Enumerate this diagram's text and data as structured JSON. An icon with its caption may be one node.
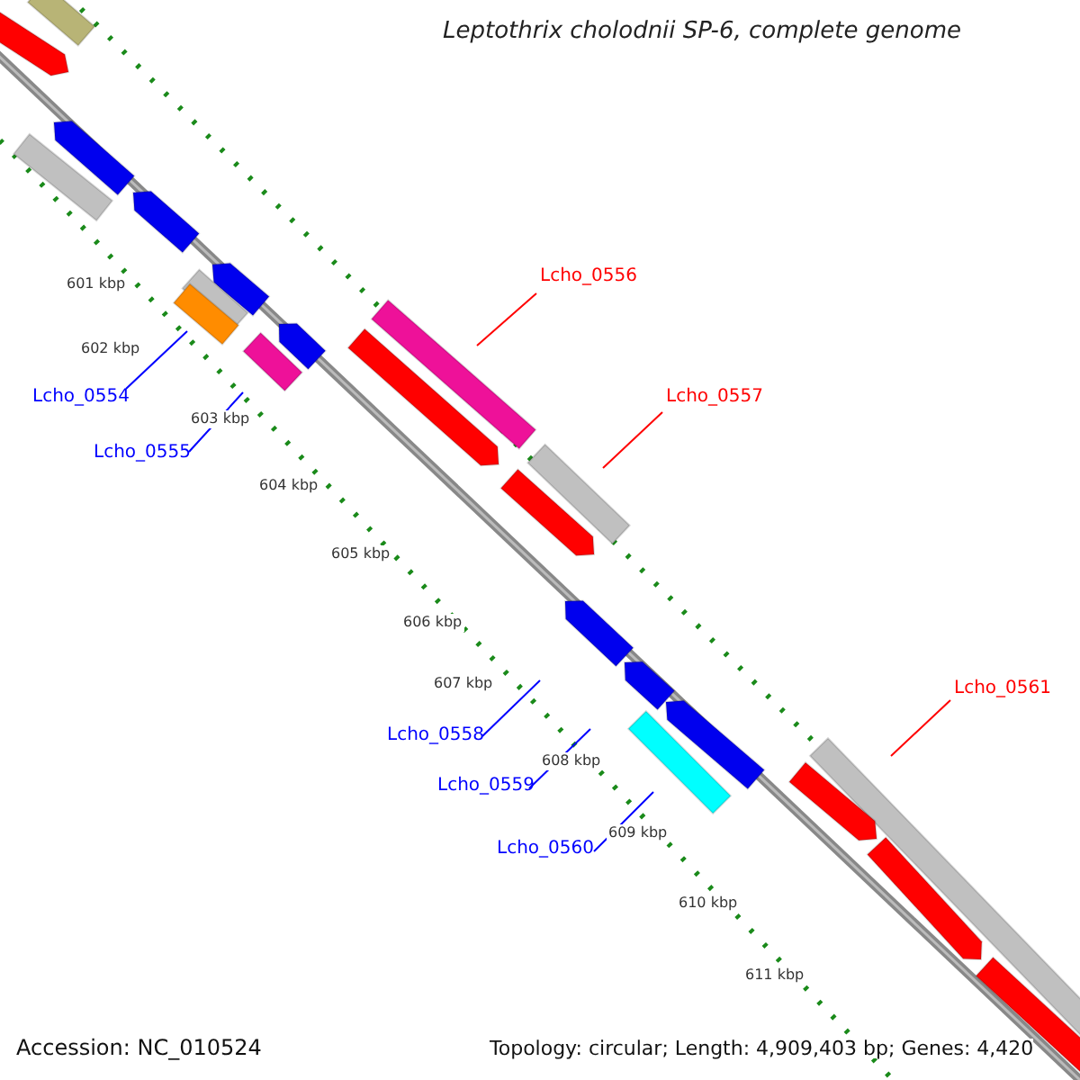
{
  "diagram": {
    "title": "Leptothrix cholodnii SP-6, complete genome",
    "nodes": [
      {
        "text": [
          "Lcho_0554"
        ]
      },
      {
        "text": [
          "Lcho_0555"
        ]
      },
      {
        "text": [
          "Lcho_0556"
        ]
      },
      {
        "text": [
          "Lcho_0557"
        ]
      },
      {
        "text": [
          "Lcho_0558"
        ]
      },
      {
        "text": [
          "Lcho_0559"
        ]
      },
      {
        "text": [
          "Lcho_0560"
        ]
      },
      {
        "text": [
          "Lcho_0561"
        ]
      }
    ],
    "edges": [
      {
        "from": 0,
        "to": null,
        "arrow": "none",
        "color": "#0000ff"
      },
      {
        "from": 1,
        "to": null,
        "arrow": "none",
        "color": "#0000ff"
      },
      {
        "from": 2,
        "to": null,
        "arrow": "none",
        "color": "#ff0000"
      },
      {
        "from": 3,
        "to": null,
        "arrow": "none",
        "color": "#ff0000"
      },
      {
        "from": 4,
        "to": null,
        "arrow": "none",
        "color": "#0000ff"
      },
      {
        "from": 5,
        "to": null,
        "arrow": "none",
        "color": "#0000ff"
      },
      {
        "from": 6,
        "to": null,
        "arrow": "none",
        "color": "#0000ff"
      },
      {
        "from": 7,
        "to": null,
        "arrow": "none",
        "color": "#ff0000"
      }
    ],
    "labels": [
      "601 kbp",
      "602 kbp",
      "603 kbp",
      "604 kbp",
      "605 kbp",
      "606 kbp",
      "607 kbp",
      "608 kbp",
      "609 kbp",
      "610 kbp",
      "611 kbp",
      "Accession: NC_010524",
      "Topology: circular; Length: 4,909,403 bp; Genes: 4,420"
    ]
  }
}
